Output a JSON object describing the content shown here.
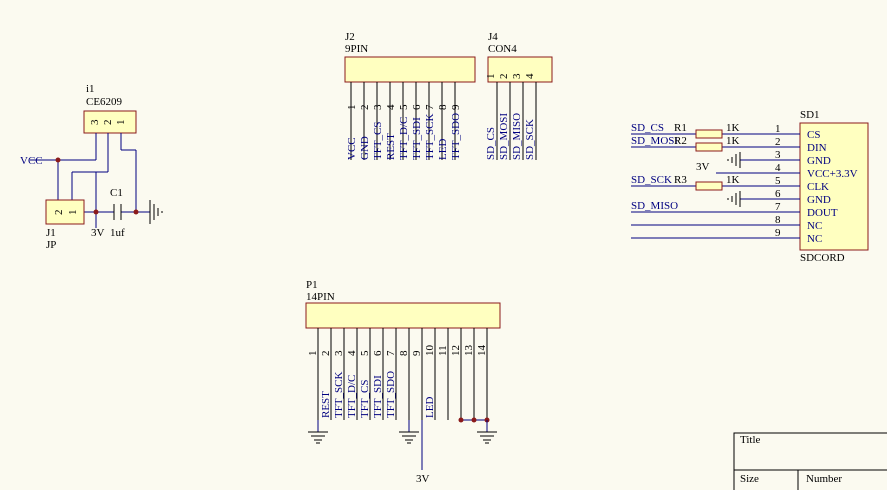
{
  "u1": {
    "ref": "i1",
    "value": "CE6209",
    "pins": [
      "3",
      "2",
      "1"
    ]
  },
  "j1": {
    "ref": "J1",
    "value": "JP",
    "pins": [
      "2",
      "1"
    ]
  },
  "c1": {
    "ref": "C1",
    "value": "1uf"
  },
  "vcc_label": "VCC",
  "net_3v_left": "3V",
  "j2": {
    "ref": "J2",
    "value": "9PIN",
    "pins": [
      "1",
      "2",
      "3",
      "4",
      "5",
      "6",
      "7",
      "8",
      "9"
    ],
    "nets": [
      "VCC",
      "GND",
      "TFT_CS",
      "REST",
      "TFT_D/C",
      "TFT_SDI",
      "TFT_SCK",
      "LED",
      "TFT_SDO"
    ]
  },
  "j4": {
    "ref": "J4",
    "value": "CON4",
    "pins": [
      "1",
      "2",
      "3",
      "4"
    ],
    "nets": [
      "SD_CS",
      "SD_MOSI",
      "SD_MISO",
      "SD_SCK"
    ]
  },
  "sd1": {
    "ref": "SD1",
    "value": "SDCORD",
    "pins": [
      "1",
      "2",
      "3",
      "4",
      "5",
      "6",
      "7",
      "8",
      "9"
    ],
    "pin_names": [
      "CS",
      "DIN",
      "GND",
      "VCC+3.3V",
      "CLK",
      "GND",
      "DOUT",
      "NC",
      "NC"
    ]
  },
  "sd_nets": {
    "cs": "SD_CS",
    "mosi": "SD_MOSI",
    "sck": "SD_SCK",
    "miso": "SD_MISO",
    "v3": "3V"
  },
  "resistors": [
    {
      "ref": "R1",
      "value": "1K"
    },
    {
      "ref": "R2",
      "value": "1K"
    },
    {
      "ref": "R3",
      "value": "1K"
    }
  ],
  "p1": {
    "ref": "P1",
    "value": "14PIN",
    "pins": [
      "1",
      "2",
      "3",
      "4",
      "5",
      "6",
      "7",
      "8",
      "9",
      "10",
      "11",
      "12",
      "13",
      "14"
    ],
    "nets": [
      "REST",
      "TFT_SCK",
      "TFT_D/C",
      "TFT_CS",
      "TFT_SDI",
      "TFT_SDO",
      "LED"
    ]
  },
  "net_3v_bottom": "3V",
  "title_block": {
    "title": "Title",
    "size": "Size",
    "number": "Number"
  }
}
